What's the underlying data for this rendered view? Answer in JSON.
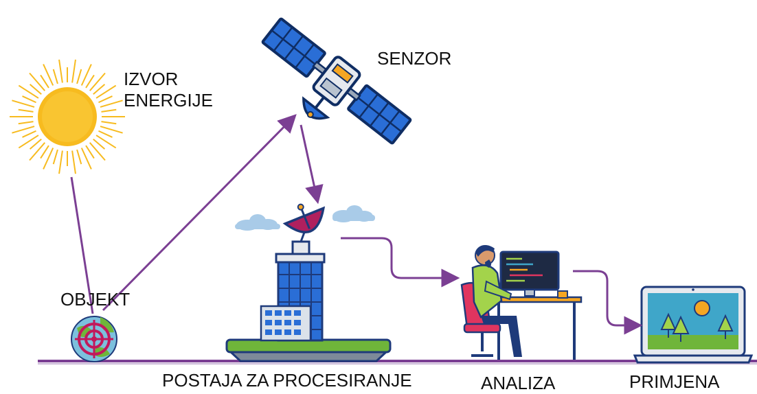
{
  "labels": {
    "energy_source": "IZVOR\nENERGIJE",
    "sensor": "SENZOR",
    "object": "OBJEKT",
    "processing_station": "POSTAJA ZA PROCESIRANJE",
    "analysis": "ANALIZA",
    "application": "PRIMJENA"
  },
  "colors": {
    "arrow": "#7b3f93",
    "ground_line": "#7b3f93",
    "sun": "#f7bb1f",
    "solar_panel": "#2a6ed6",
    "dish": "#b0205e",
    "building": "#1e3a7a",
    "grass": "#6fb53a",
    "shirt": "#a3d34b",
    "chair": "#e0355f",
    "screen_sky": "#3fa6c9"
  },
  "icons": [
    "sun-icon",
    "satellite-icon",
    "target-globe-icon",
    "ground-station-icon",
    "analyst-at-computer-icon",
    "laptop-landscape-icon"
  ]
}
